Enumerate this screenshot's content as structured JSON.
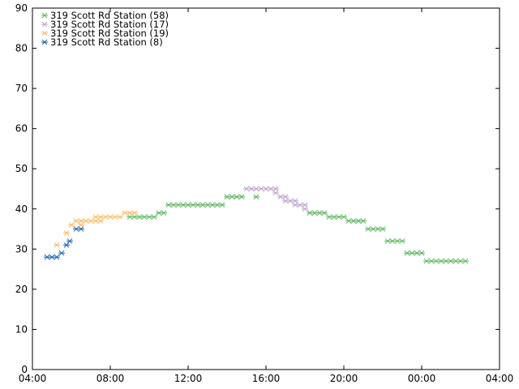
{
  "chart_data": {
    "type": "scatter",
    "title": "",
    "xlabel": "",
    "ylabel": "",
    "x_axis": {
      "kind": "time",
      "start": "04:00",
      "end": "04:00 (+1 day)",
      "tick_labels": [
        "04:00",
        "08:00",
        "12:00",
        "16:00",
        "20:00",
        "00:00",
        "04:00"
      ],
      "ticks": [
        "04:00",
        "08:00",
        "12:00",
        "16:00",
        "20:00",
        "00:00",
        "04:00 (+1 day)"
      ]
    },
    "ylim": [
      0,
      90
    ],
    "y_tick_labels": [
      "0",
      "10",
      "20",
      "30",
      "40",
      "50",
      "60",
      "70",
      "80",
      "90"
    ],
    "grid": false,
    "legend_position": "top-left",
    "marker": "asterisk",
    "series": [
      {
        "name": "319 Scott Rd Station (58)",
        "color": "#5fb861",
        "points": [
          [
            "09:00",
            38
          ],
          [
            "09:15",
            38
          ],
          [
            "09:30",
            38
          ],
          [
            "09:45",
            38
          ],
          [
            "10:00",
            38
          ],
          [
            "10:15",
            38
          ],
          [
            "10:30",
            39
          ],
          [
            "10:45",
            39
          ],
          [
            "11:00",
            41
          ],
          [
            "11:15",
            41
          ],
          [
            "11:30",
            41
          ],
          [
            "11:45",
            41
          ],
          [
            "12:00",
            41
          ],
          [
            "12:15",
            41
          ],
          [
            "12:30",
            41
          ],
          [
            "12:45",
            41
          ],
          [
            "13:00",
            41
          ],
          [
            "13:15",
            41
          ],
          [
            "13:30",
            41
          ],
          [
            "13:45",
            41
          ],
          [
            "14:00",
            43
          ],
          [
            "14:15",
            43
          ],
          [
            "14:30",
            43
          ],
          [
            "14:45",
            43
          ],
          [
            "15:30",
            43
          ],
          [
            "18:15",
            39
          ],
          [
            "18:30",
            39
          ],
          [
            "18:45",
            39
          ],
          [
            "19:00",
            39
          ],
          [
            "19:15",
            38
          ],
          [
            "19:30",
            38
          ],
          [
            "19:45",
            38
          ],
          [
            "20:00",
            38
          ],
          [
            "20:15",
            37
          ],
          [
            "20:30",
            37
          ],
          [
            "20:45",
            37
          ],
          [
            "21:00",
            37
          ],
          [
            "21:15",
            35
          ],
          [
            "21:30",
            35
          ],
          [
            "21:45",
            35
          ],
          [
            "22:00",
            35
          ],
          [
            "22:15",
            32
          ],
          [
            "22:30",
            32
          ],
          [
            "22:45",
            32
          ],
          [
            "23:00",
            32
          ],
          [
            "23:15",
            29
          ],
          [
            "23:30",
            29
          ],
          [
            "23:45",
            29
          ],
          [
            "00:00",
            29
          ],
          [
            "00:15",
            27
          ],
          [
            "00:30",
            27
          ],
          [
            "00:45",
            27
          ],
          [
            "01:00",
            27
          ],
          [
            "01:15",
            27
          ],
          [
            "01:30",
            27
          ],
          [
            "01:45",
            27
          ],
          [
            "02:00",
            27
          ],
          [
            "02:15",
            27
          ]
        ]
      },
      {
        "name": "319 Scott Rd Station (17)",
        "color": "#c2a5cf",
        "points": [
          [
            "15:00",
            45
          ],
          [
            "15:15",
            45
          ],
          [
            "15:30",
            45
          ],
          [
            "15:45",
            45
          ],
          [
            "16:00",
            45
          ],
          [
            "16:15",
            45
          ],
          [
            "16:30",
            45
          ],
          [
            "16:45",
            43
          ],
          [
            "17:00",
            43
          ],
          [
            "17:15",
            42
          ],
          [
            "17:30",
            42
          ],
          [
            "17:45",
            41
          ],
          [
            "18:00",
            41
          ],
          [
            "16:30",
            44
          ],
          [
            "17:00",
            42
          ],
          [
            "17:30",
            41
          ],
          [
            "18:00",
            40
          ]
        ]
      },
      {
        "name": "319 Scott Rd Station (19)",
        "color": "#fdbf6f",
        "points": [
          [
            "05:15",
            31
          ],
          [
            "05:45",
            34
          ],
          [
            "06:00",
            36
          ],
          [
            "06:15",
            37
          ],
          [
            "06:30",
            37
          ],
          [
            "06:45",
            37
          ],
          [
            "07:00",
            37
          ],
          [
            "07:15",
            37
          ],
          [
            "07:30",
            37
          ],
          [
            "07:45",
            38
          ],
          [
            "08:00",
            38
          ],
          [
            "08:15",
            38
          ],
          [
            "08:30",
            38
          ],
          [
            "08:45",
            39
          ],
          [
            "09:00",
            39
          ],
          [
            "09:15",
            39
          ],
          [
            "07:15",
            38
          ],
          [
            "07:30",
            38
          ],
          [
            "06:30",
            36
          ]
        ]
      },
      {
        "name": "319 Scott Rd Station (8)",
        "color": "#2166ac",
        "points": [
          [
            "04:45",
            28
          ],
          [
            "05:00",
            28
          ],
          [
            "05:15",
            28
          ],
          [
            "05:30",
            29
          ],
          [
            "05:45",
            31
          ],
          [
            "05:55",
            32
          ],
          [
            "06:15",
            35
          ],
          [
            "06:30",
            35
          ]
        ]
      }
    ]
  }
}
